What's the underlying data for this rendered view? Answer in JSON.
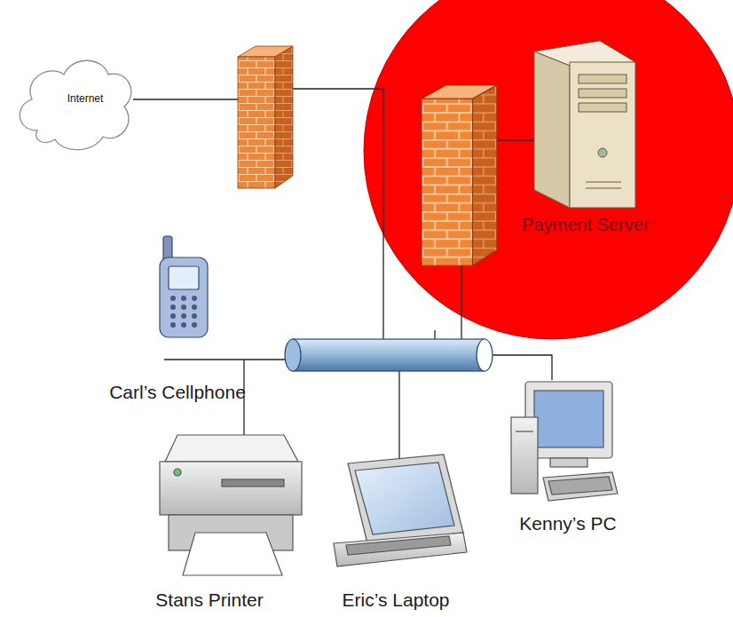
{
  "diagram": {
    "nodes": [
      {
        "text": [
          "Internet"
        ]
      },
      {
        "text": [
          "Payment Server"
        ]
      },
      {
        "text": [
          "Carl’s Cellphone"
        ]
      },
      {
        "text": [
          "Stans Printer"
        ]
      },
      {
        "text": [
          "Eric’s Laptop"
        ]
      },
      {
        "text": [
          "Kenny’s PC"
        ]
      }
    ]
  }
}
